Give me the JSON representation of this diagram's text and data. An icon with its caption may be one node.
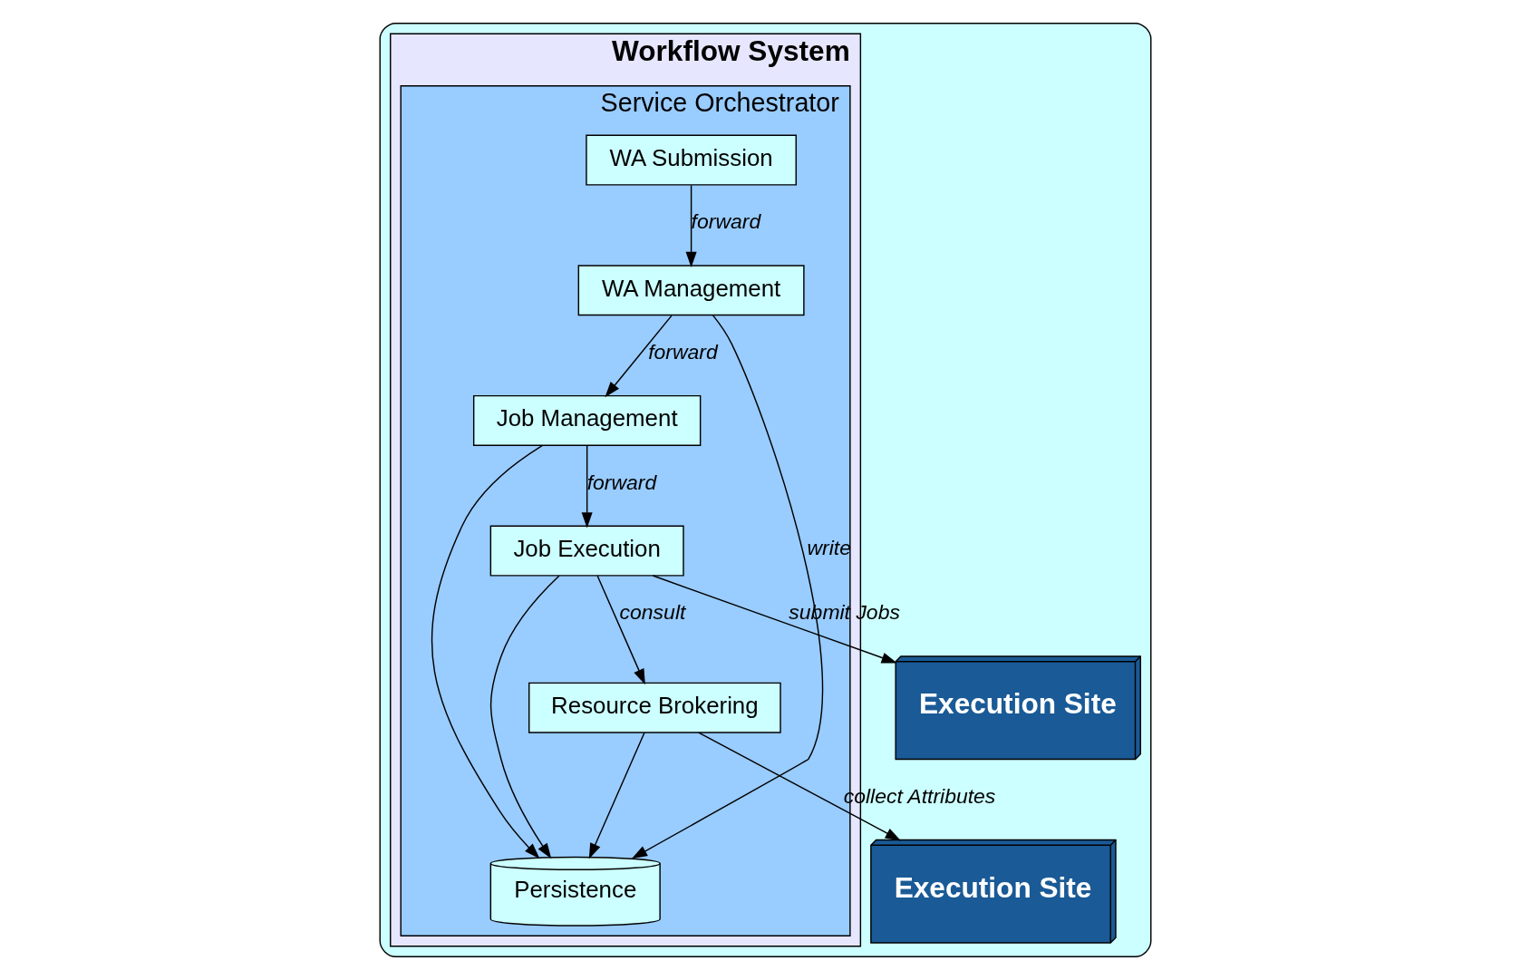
{
  "diagram": {
    "nodes": [
      {
        "text": [],
        "shape": "box"
      },
      {
        "text": [
          "Workflow System"
        ],
        "in": 0
      },
      {
        "text": [
          "Service Orchestrator"
        ],
        "in": 1
      },
      {
        "text": [
          "WA Submission"
        ],
        "in": 2
      },
      {
        "text": [
          "WA Management"
        ],
        "in": 2
      },
      {
        "text": [
          "Job Management"
        ],
        "in": 2
      },
      {
        "text": [
          "Job Execution"
        ],
        "in": 2
      },
      {
        "text": [
          "Resource Brokering"
        ],
        "in": 2
      },
      {
        "text": [
          "Persistence"
        ],
        "in": 2
      },
      {
        "text": [
          "Execution Site"
        ],
        "in": 0
      },
      {
        "text": [
          "Execution Site"
        ],
        "in": 0
      }
    ],
    "edges": [
      {
        "from": 3,
        "to": 4,
        "arrow": "to",
        "label": "forward"
      },
      {
        "from": 4,
        "to": 5,
        "arrow": "to",
        "label": "forward"
      },
      {
        "from": 5,
        "to": 6,
        "arrow": "to",
        "label": "forward"
      },
      {
        "from": 4,
        "to": 8,
        "arrow": "to",
        "label": "write"
      },
      {
        "from": 5,
        "to": 8,
        "arrow": "to"
      },
      {
        "from": 6,
        "to": 8,
        "arrow": "to"
      },
      {
        "from": 7,
        "to": 8,
        "arrow": "to"
      },
      {
        "from": 6,
        "to": 7,
        "arrow": "to",
        "label": "consult"
      },
      {
        "from": 6,
        "to": 9,
        "arrow": "to",
        "label": "submit Jobs"
      },
      {
        "from": 7,
        "to": 10,
        "arrow": "to",
        "label": "collect Attributes"
      }
    ]
  }
}
